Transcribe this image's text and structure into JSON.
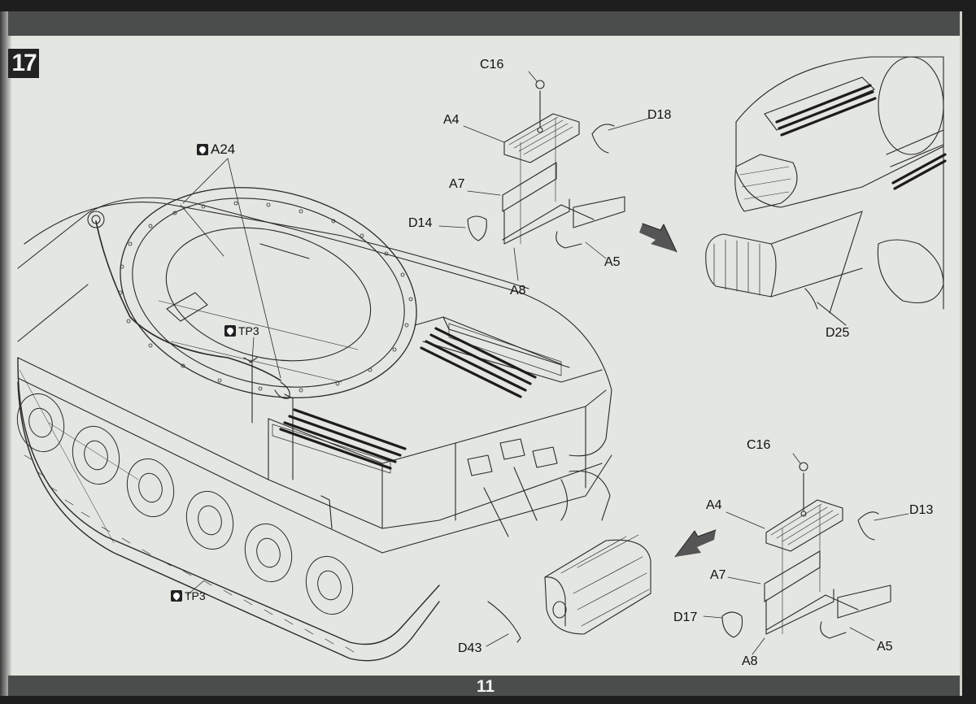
{
  "step_number": "17",
  "page_number": "11",
  "icons": {
    "glue": "cement-drop-icon",
    "arrow_right": "direction-arrow-icon",
    "arrow_left": "direction-arrow-icon"
  },
  "colors": {
    "page": "#e3e6e1",
    "bars": "#4b4c4c",
    "line": "#2a2a2a",
    "stripe": "#1c1c1c"
  },
  "labels": {
    "a24": "A24",
    "tp3_top": "TP3",
    "tp3_bottom": "TP3",
    "upper": {
      "c16": "C16",
      "a4": "A4",
      "d18": "D18",
      "a7": "A7",
      "d14": "D14",
      "a5": "A5",
      "a8": "A8"
    },
    "d25": "D25",
    "lower": {
      "c16": "C16",
      "a4": "A4",
      "d13": "D13",
      "a7": "A7",
      "d17": "D17",
      "a5": "A5",
      "a8": "A8"
    },
    "d43": "D43"
  }
}
